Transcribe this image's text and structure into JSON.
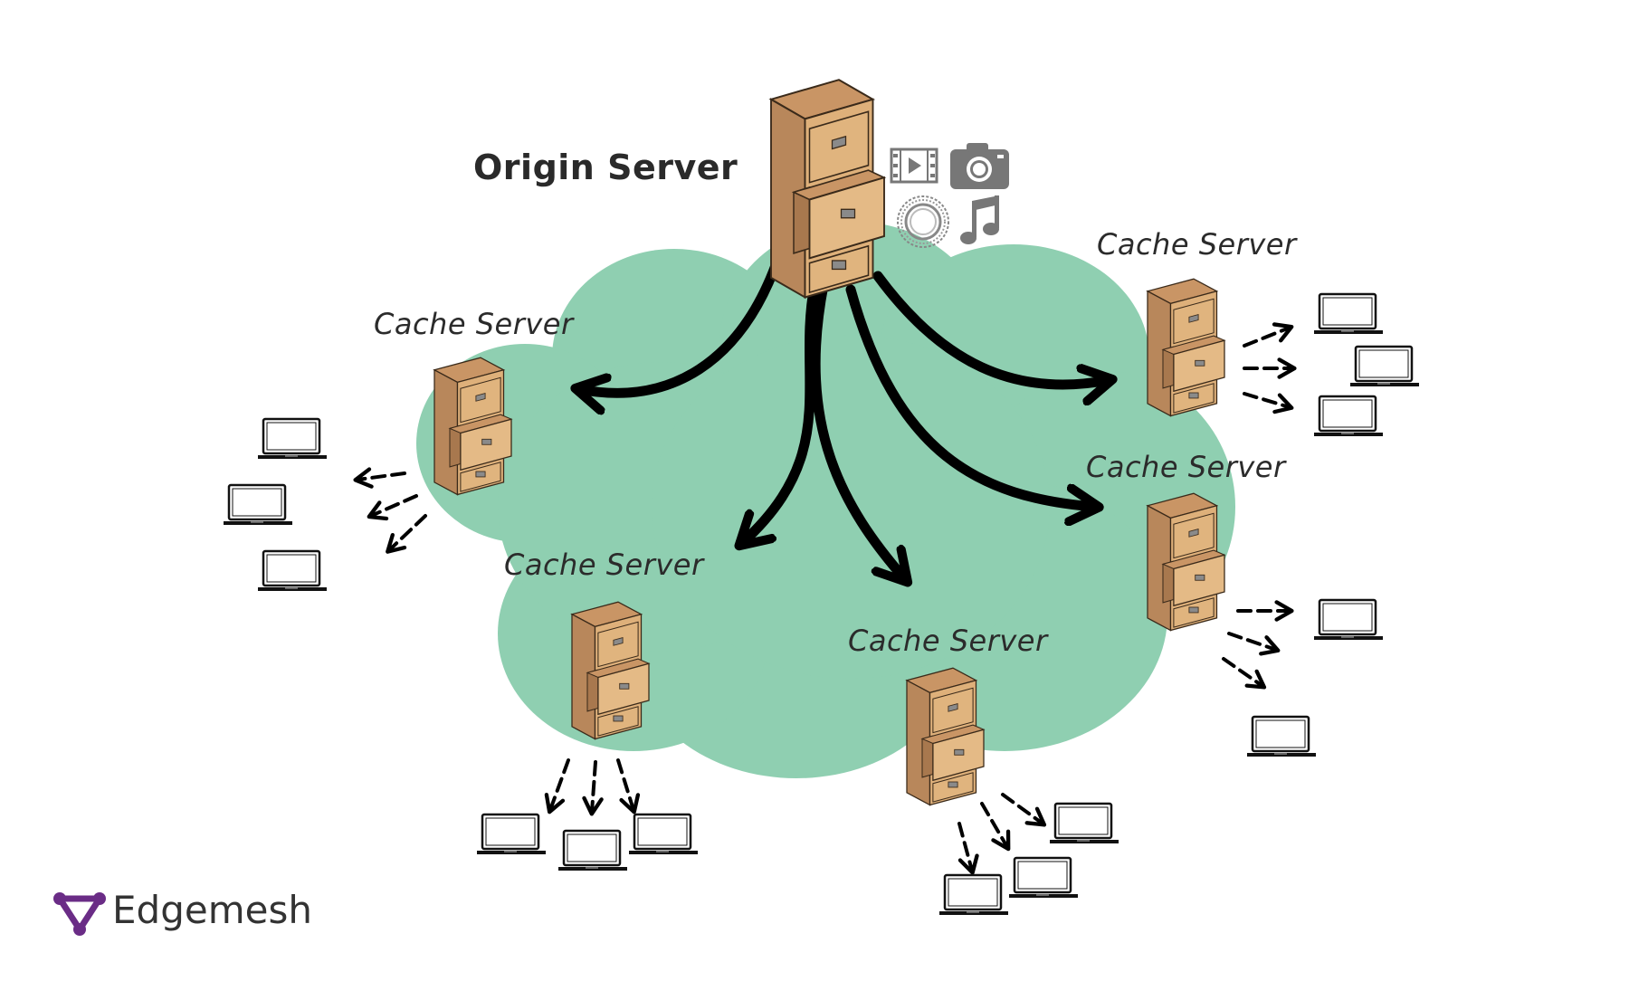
{
  "origin": {
    "label": "Origin Server"
  },
  "cache_servers": [
    {
      "id": "cache-left",
      "label": "Cache Server"
    },
    {
      "id": "cache-center-left",
      "label": "Cache Server"
    },
    {
      "id": "cache-center",
      "label": "Cache Server"
    },
    {
      "id": "cache-top-right",
      "label": "Cache Server"
    },
    {
      "id": "cache-right",
      "label": "Cache Server"
    }
  ],
  "media_icons": [
    "film-icon",
    "camera-icon",
    "disc-icon",
    "music-note-icon"
  ],
  "brand": {
    "name": "Edgemesh",
    "color": "#6a2c86"
  },
  "colors": {
    "cloud": "#8fcfb1",
    "cabinet_front": "#deb07a",
    "cabinet_side": "#b8875b",
    "arrows": "#000000",
    "icons": "#777777"
  }
}
